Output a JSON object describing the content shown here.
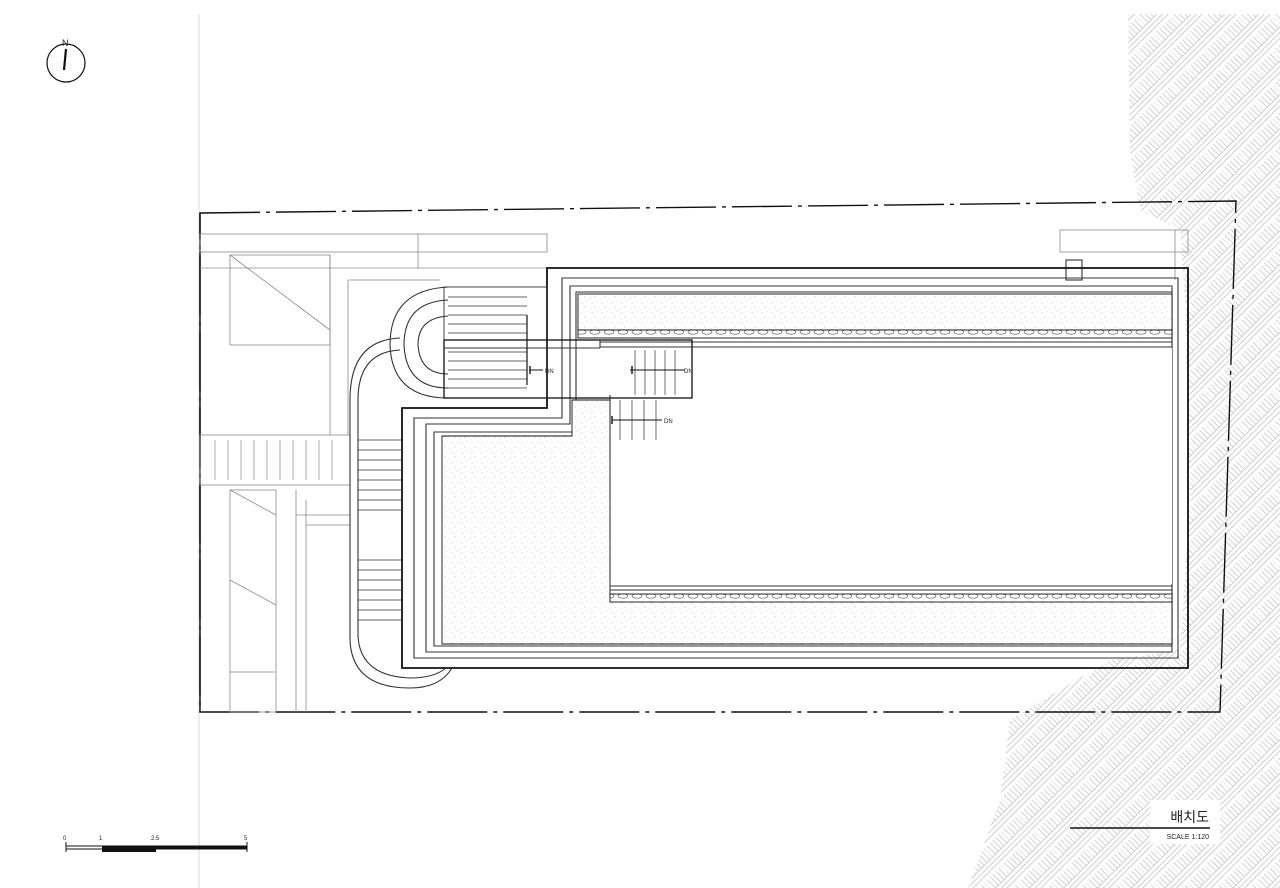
{
  "north_arrow": {
    "letter": "N"
  },
  "annotations": {
    "stair_down_1": "DN",
    "stair_down_2": "DN",
    "stair_down_3": "DN"
  },
  "scale_bar": {
    "ticks": [
      "0",
      "1",
      "2.5",
      "5"
    ]
  },
  "title_block": {
    "title": "배치도",
    "scale": "SCALE 1:120"
  },
  "colors": {
    "line": "#111111",
    "light_line": "#8a8a8a",
    "hatch": "#bdbdbd",
    "gravel": "#9a9a9a"
  }
}
